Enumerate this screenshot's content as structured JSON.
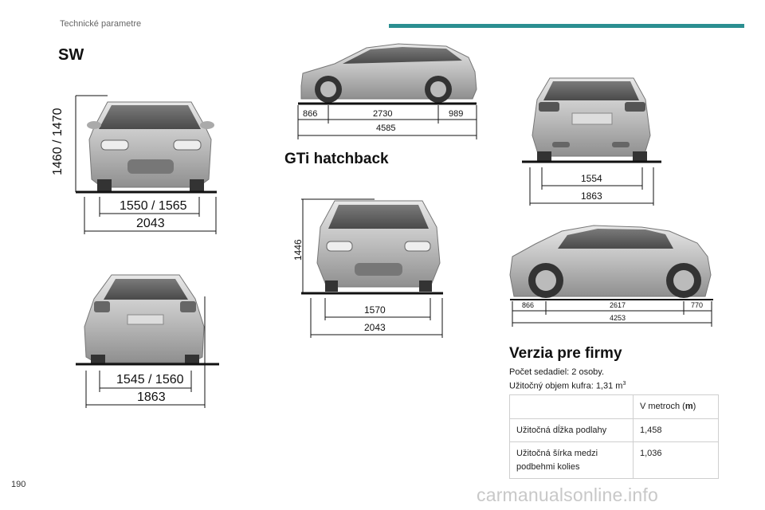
{
  "header": {
    "section": "Technické parametre",
    "accent_color": "#2b8f91"
  },
  "page_number": "190",
  "watermark": "carmanualsonline.info",
  "sw": {
    "title": "SW",
    "front": {
      "height": "1460 / 1470",
      "track": "1550 / 1565",
      "width": "2043"
    },
    "rear": {
      "track": "1545 / 1560",
      "width": "1863"
    },
    "side": {
      "overhang_front": "866",
      "wheelbase": "2730",
      "overhang_rear": "989",
      "length": "4585"
    }
  },
  "gti": {
    "title": "GTi hatchback",
    "front": {
      "height": "1446",
      "track": "1570",
      "width": "2043"
    },
    "rear": {
      "track": "1554",
      "width": "1863"
    },
    "side": {
      "overhang_front": "866",
      "wheelbase": "2617",
      "overhang_rear": "770",
      "length": "4253"
    }
  },
  "business": {
    "title": "Verzia pre firmy",
    "seats": "Počet sedadiel: 2 osoby.",
    "trunk_volume": "Užitočný objem kufra: 1,31 m",
    "trunk_unit_sup": "3",
    "table": {
      "header_unit_text": "V metroch (",
      "header_unit_bold": "m",
      "header_unit_close": ")",
      "rows": [
        {
          "label": "Užitočná dĺžka podlahy",
          "value": "1,458"
        },
        {
          "label": "Užitočná šírka medzi podbehmi kolies",
          "value": "1,036"
        }
      ]
    }
  }
}
